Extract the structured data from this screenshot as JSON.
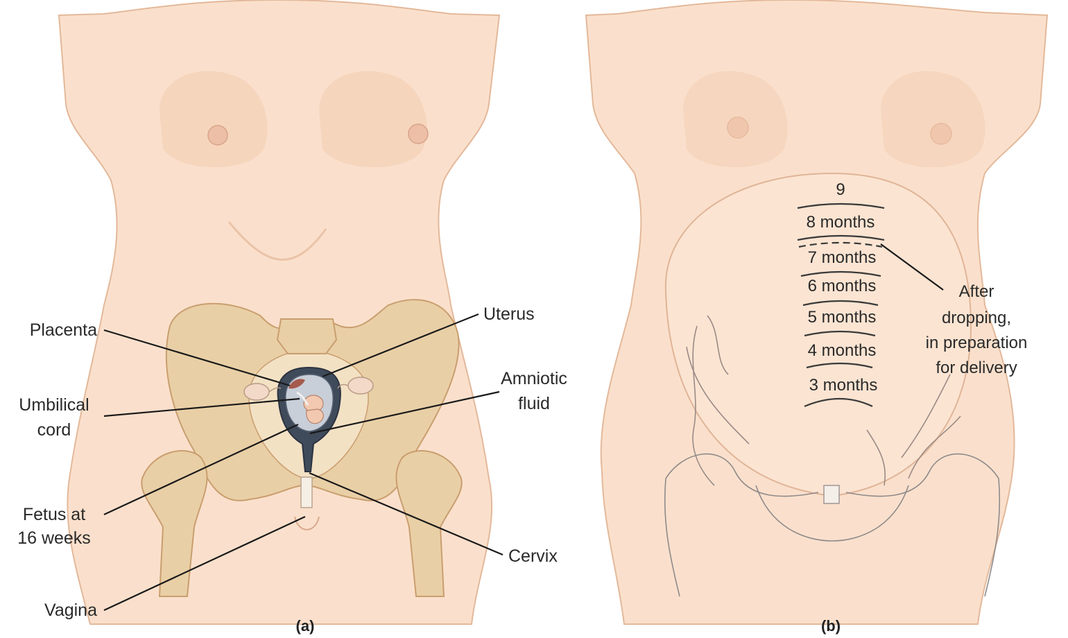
{
  "panel_a": {
    "caption": "(a)",
    "labels": {
      "placenta": "Placenta",
      "umbilical_cord_1": "Umbilical",
      "umbilical_cord_2": "cord",
      "fetus_1": "Fetus at",
      "fetus_2": "16 weeks",
      "vagina": "Vagina",
      "uterus": "Uterus",
      "amniotic_1": "Amniotic",
      "amniotic_2": "fluid",
      "cervix": "Cervix"
    }
  },
  "panel_b": {
    "caption": "(b)",
    "fundus_levels": [
      "9",
      "8 months",
      "7 months",
      "6 months",
      "5 months",
      "4 months",
      "3 months"
    ],
    "after_dropping": [
      "After",
      "dropping,",
      "in preparation",
      "for delivery"
    ]
  },
  "colors": {
    "skin": "#fae0cc",
    "bone": "#e9cfa6",
    "uterus_wall": "#3f4a5a",
    "leader": "#1a1a1a"
  }
}
